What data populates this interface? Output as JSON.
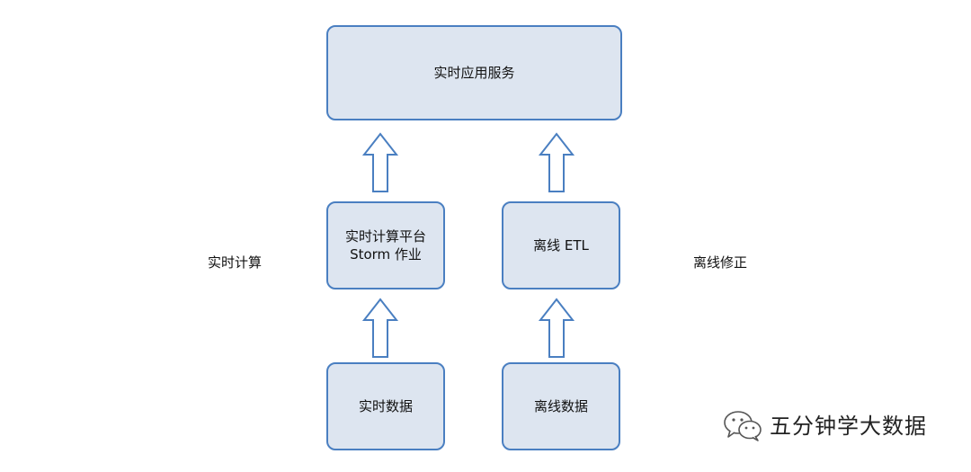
{
  "nodes": {
    "service": "实时应用服务",
    "compute_line1": "实时计算平台",
    "compute_line2": "Storm 作业",
    "offline_etl": "离线 ETL",
    "realtime_data": "实时数据",
    "offline_data": "离线数据"
  },
  "labels": {
    "left": "实时计算",
    "right": "离线修正"
  },
  "watermark": {
    "text": "五分钟学大数据",
    "icon": "wechat-icon"
  },
  "colors": {
    "box_fill": "#dde5f0",
    "box_border": "#4a7fc1",
    "arrow_fill": "#ffffff",
    "arrow_stroke": "#4a7fc1"
  }
}
